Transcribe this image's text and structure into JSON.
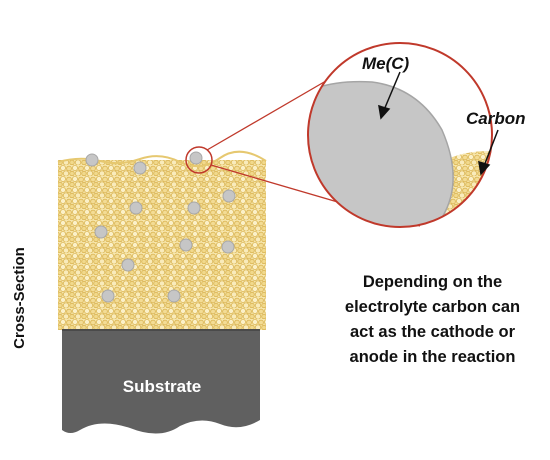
{
  "labels": {
    "cross_section": "Cross-Section",
    "substrate": "Substrate",
    "metal_carbide": "Me(C)",
    "carbon": "Carbon"
  },
  "caption_lines": [
    "Depending on the",
    "electrolyte carbon can",
    "act as the cathode or",
    "anode in the reaction"
  ],
  "colors": {
    "carbon_fill": "#f6e3a6",
    "carbon_grain_outline": "#dcb95a",
    "particle": "#c6c6c6",
    "particle_stroke": "#a8a8a8",
    "substrate": "#606060",
    "magnifier_outline": "#c0392b"
  }
}
